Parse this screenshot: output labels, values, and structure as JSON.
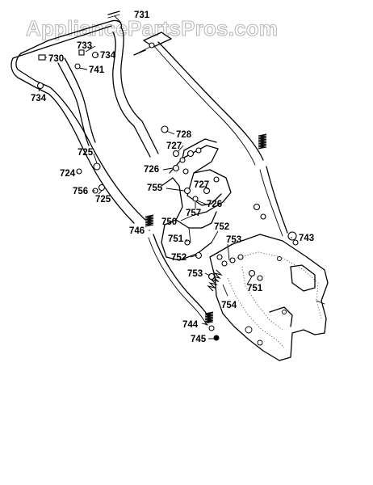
{
  "watermark": "AppliancePartsPros.com",
  "callouts": [
    {
      "id": "c731",
      "text": "731"
    },
    {
      "id": "c733",
      "text": "733"
    },
    {
      "id": "c730",
      "text": "730"
    },
    {
      "id": "c734a",
      "text": "734"
    },
    {
      "id": "c741",
      "text": "741"
    },
    {
      "id": "c734b",
      "text": "734"
    },
    {
      "id": "c728",
      "text": "728"
    },
    {
      "id": "c727a",
      "text": "727"
    },
    {
      "id": "c725a",
      "text": "725"
    },
    {
      "id": "c726a",
      "text": "726"
    },
    {
      "id": "c724",
      "text": "724"
    },
    {
      "id": "c755",
      "text": "755"
    },
    {
      "id": "c727b",
      "text": "727"
    },
    {
      "id": "c756",
      "text": "756"
    },
    {
      "id": "c725b",
      "text": "725"
    },
    {
      "id": "c726b",
      "text": "726"
    },
    {
      "id": "c757",
      "text": "757"
    },
    {
      "id": "c750",
      "text": "750"
    },
    {
      "id": "c752a",
      "text": "752"
    },
    {
      "id": "c746",
      "text": "746"
    },
    {
      "id": "c743",
      "text": "743"
    },
    {
      "id": "c751a",
      "text": "751"
    },
    {
      "id": "c753a",
      "text": "753"
    },
    {
      "id": "c752b",
      "text": "752"
    },
    {
      "id": "c753b",
      "text": "753"
    },
    {
      "id": "c751b",
      "text": "751"
    },
    {
      "id": "c754",
      "text": "754"
    },
    {
      "id": "c744",
      "text": "744"
    },
    {
      "id": "c745",
      "text": "745"
    }
  ]
}
